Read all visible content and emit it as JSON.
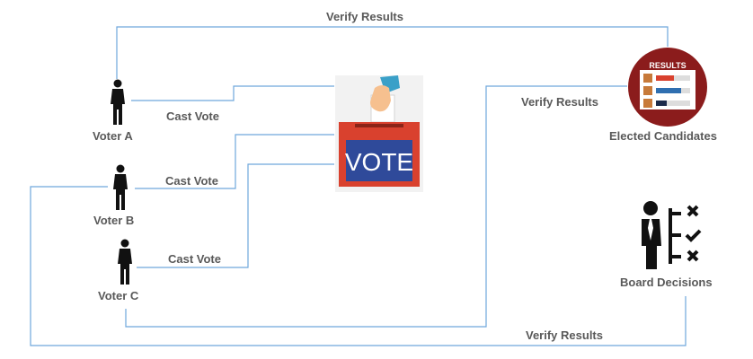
{
  "voters": [
    {
      "name": "Voter A",
      "edge_label": "Cast Vote"
    },
    {
      "name": "Voter B",
      "edge_label": "Cast Vote"
    },
    {
      "name": "Voter C",
      "edge_label": "Cast Vote"
    }
  ],
  "ballot_box": {
    "text": "VOTE"
  },
  "elected": {
    "label": "Elected Candidates",
    "badge": "RESULTS"
  },
  "board": {
    "label": "Board Decisions"
  },
  "verify_edges": [
    "Verify Results",
    "Verify Results",
    "Verify Results"
  ],
  "colors": {
    "line": "#6fa8dc",
    "label": "#595959",
    "box_red": "#d9412e",
    "box_blue": "#2f4a9a",
    "results_circle": "#8b1c1c"
  },
  "icons": {
    "voter": "person-icon",
    "ballot": "ballot-box-icon",
    "elected": "results-board-icon",
    "board": "decision-checklist-icon"
  }
}
